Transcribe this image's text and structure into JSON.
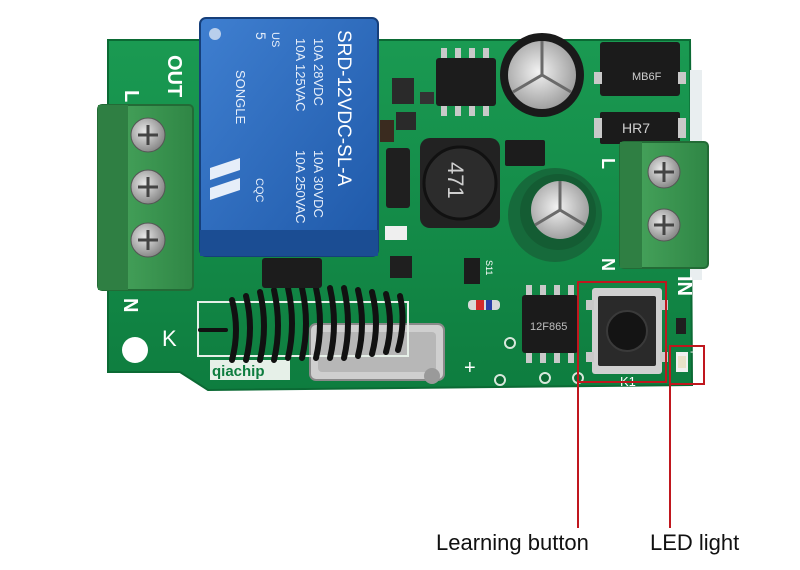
{
  "board": {
    "relay": {
      "brand": "SONGLE",
      "model": "SRD-12VDC-SL-A",
      "rating_1": "10A 250VAC",
      "rating_2": "10A 30VDC",
      "rating_3": "10A 125VAC",
      "rating_4": "10A 28VDC",
      "cert": "CQC",
      "pins": "5",
      "mark": "US"
    },
    "terminal_out_label": "OUT",
    "terminal_out_l": "L",
    "terminal_out_n": "N",
    "terminal_in_label": "IN",
    "terminal_in_l": "L",
    "terminal_in_n": "N",
    "inductor_code": "471",
    "chip_code": "12F865",
    "rectifier_code": "MB6F",
    "diode_code": "HR7",
    "silk_brand": "qiachip",
    "antenna_label": "K",
    "button_label": "K1",
    "plus_mark": "+",
    "led_plus": "+",
    "small_code": "S11"
  },
  "annotations": {
    "learning_button": "Learning button",
    "led_light": "LED light",
    "line_color": "#c0171e"
  }
}
